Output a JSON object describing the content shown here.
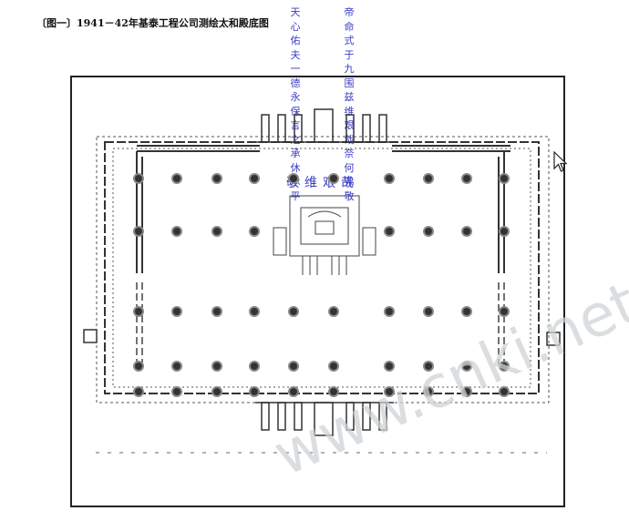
{
  "caption": "〔图一〕1941－42年基泰工程公司测绘太和殿底图",
  "annotations": {
    "left_column": "天心佑夫一德永保言之承休承平",
    "right_column": "帝命式于九围兹维艰哉奈何弗敬",
    "middle_row": "敬维艰哉"
  },
  "watermark": "www.cnki.net",
  "colors": {
    "ink": "#222222",
    "annotation": "#3b3bc4",
    "watermark": "#cfd3d6"
  }
}
